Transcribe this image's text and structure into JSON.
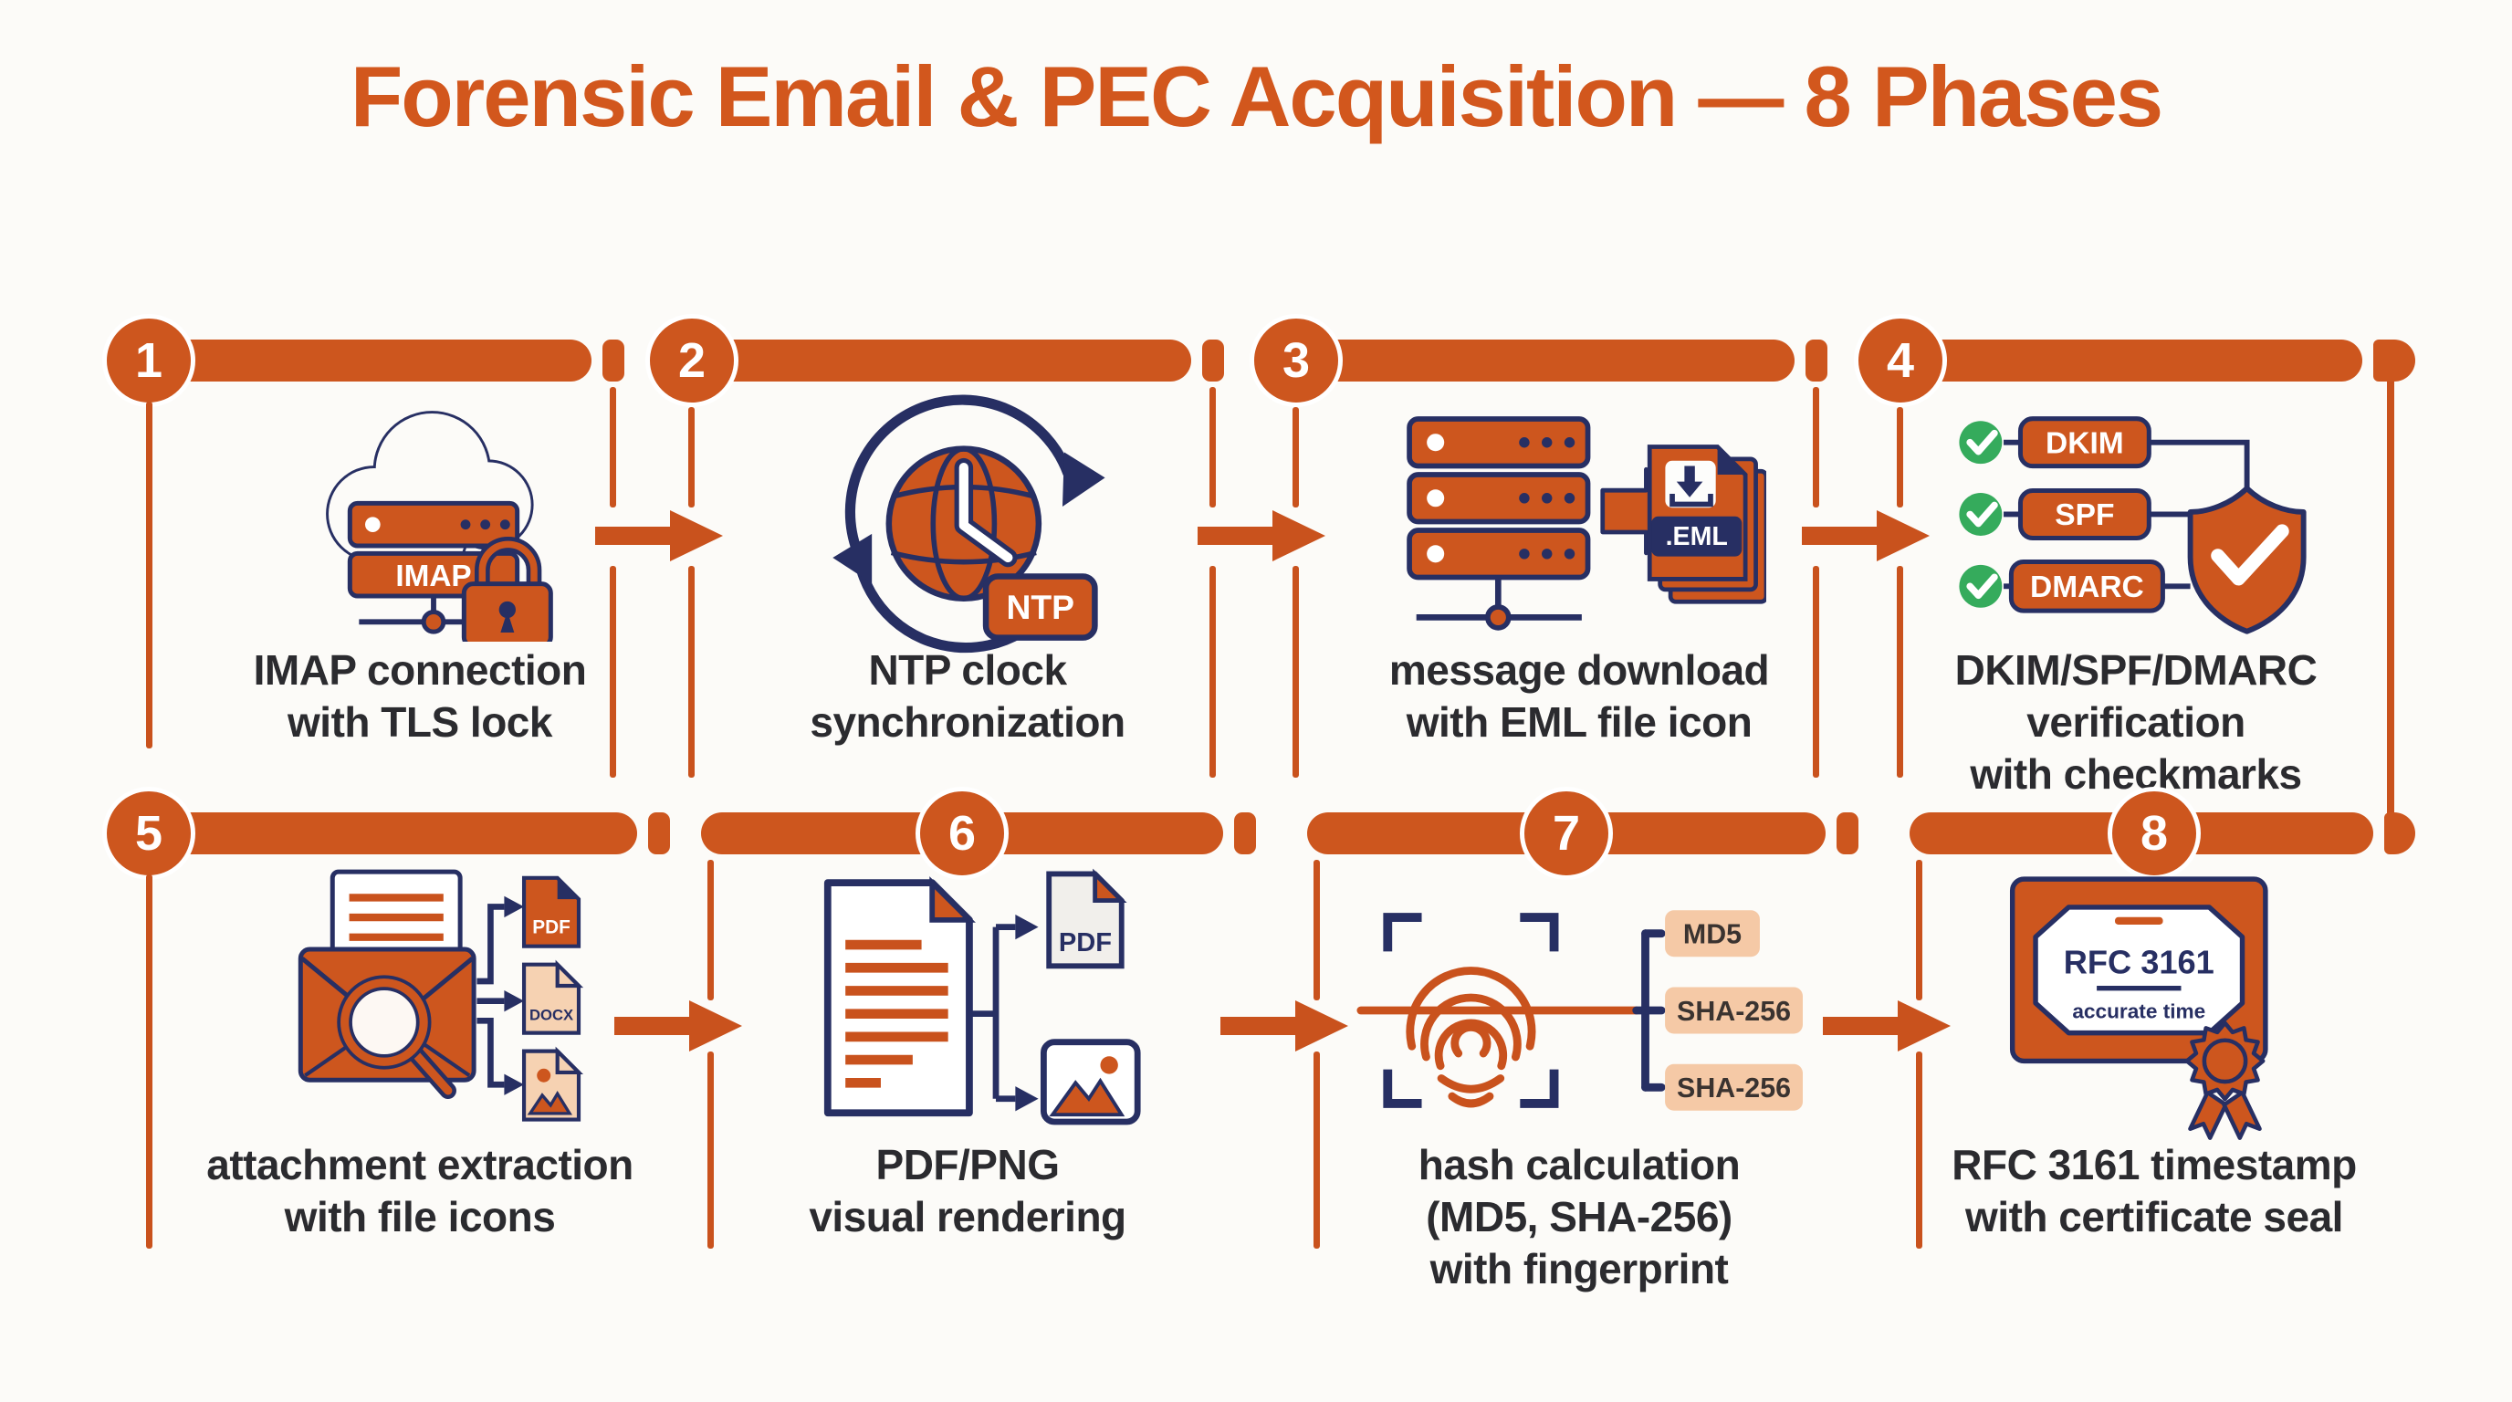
{
  "title": "Forensic Email & PEC Acquisition — 8 Phases",
  "colors": {
    "accent_orange": "#cd561e",
    "navy": "#272f63",
    "green": "#35ab5c",
    "peach": "#f5c9a6",
    "caption_text": "#2b2b2f",
    "background": "#fcfbf8"
  },
  "phases": [
    {
      "number": "1",
      "caption": [
        "IMAP connection",
        "with TLS lock"
      ],
      "labels": {
        "imap": "IMAP"
      }
    },
    {
      "number": "2",
      "caption": [
        "NTP clock",
        "synchronization"
      ],
      "labels": {
        "ntp": "NTP"
      }
    },
    {
      "number": "3",
      "caption": [
        "message download",
        "with EML file icon"
      ],
      "labels": {
        "eml": ".EML"
      }
    },
    {
      "number": "4",
      "caption": [
        "DKIM/SPF/DMARC",
        "verification",
        "with checkmarks"
      ],
      "labels": {
        "dkim": "DKIM",
        "spf": "SPF",
        "dmarc": "DMARC"
      }
    },
    {
      "number": "5",
      "caption": [
        "attachment extraction",
        "with file icons"
      ],
      "labels": {
        "pdf": "PDF",
        "docx": "DOCX"
      }
    },
    {
      "number": "6",
      "caption": [
        "PDF/PNG",
        "visual rendering"
      ],
      "labels": {
        "pdf": "PDF"
      }
    },
    {
      "number": "7",
      "caption": [
        "hash calculation",
        "(MD5, SHA-256)",
        "with fingerprint"
      ],
      "labels": {
        "md5": "MD5",
        "sha256_a": "SHA-256",
        "sha256_b": "SHA-256"
      }
    },
    {
      "number": "8",
      "caption": [
        "RFC 3161 timestamp",
        "with certificate seal"
      ],
      "labels": {
        "rfc": "RFC 3161",
        "accurate": "accurate time"
      }
    }
  ]
}
